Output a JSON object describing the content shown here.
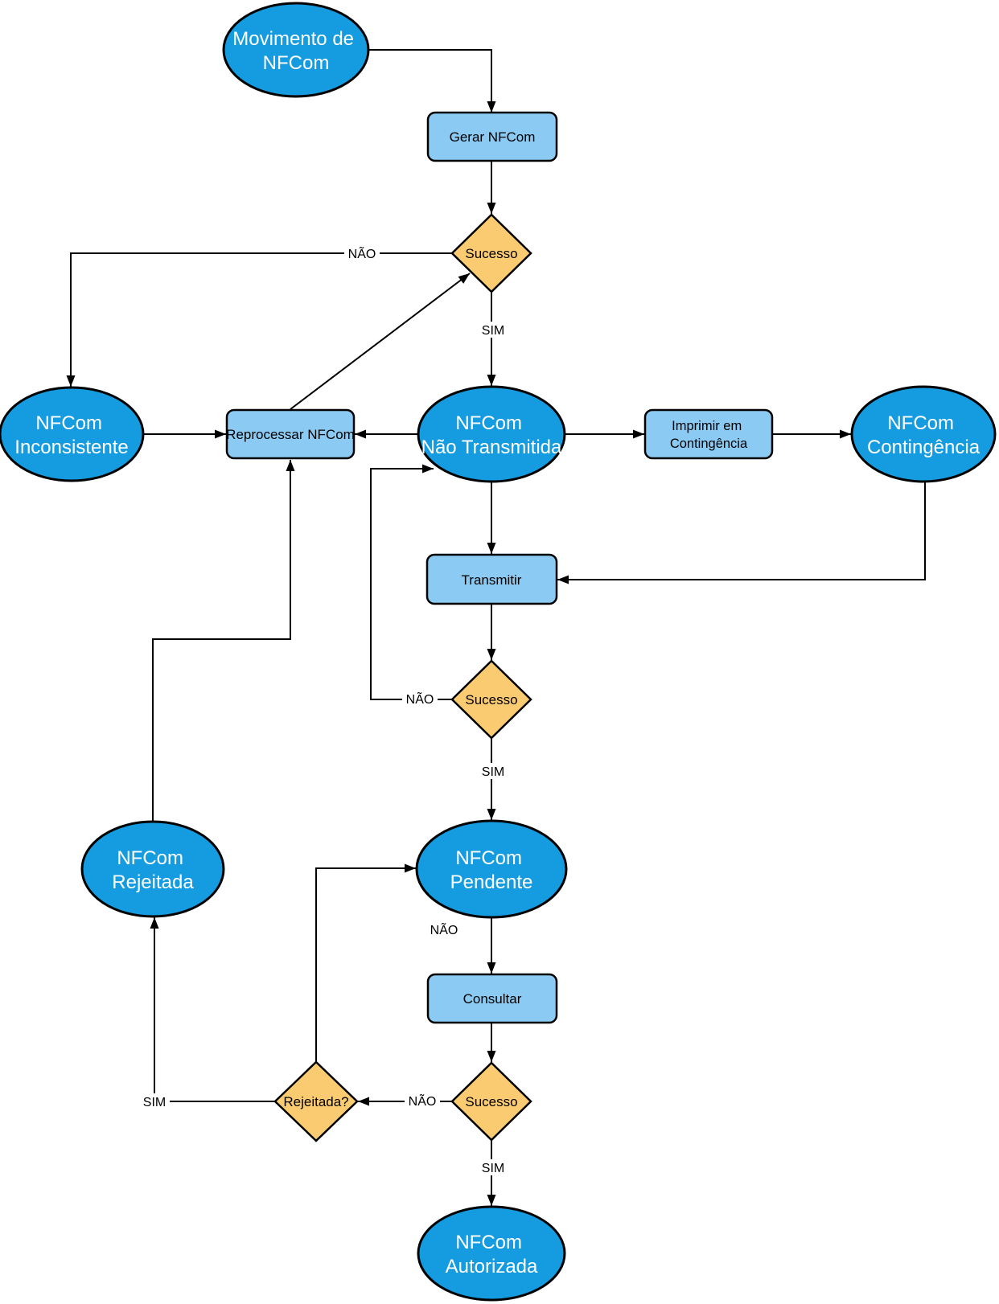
{
  "diagram": {
    "type": "flowchart",
    "background": "#FFFFFF",
    "colors": {
      "state_fill": "#159CE0",
      "process_fill": "#8BCAF2",
      "decision_fill": "#FBCB72",
      "stroke": "#000000",
      "state_text": "#FFFFFF",
      "node_text": "#000000"
    },
    "nodes": {
      "movimento": {
        "shape": "ellipse",
        "line1": "Movimento de",
        "line2": "NFCom"
      },
      "gerar": {
        "shape": "process",
        "label": "Gerar NFCom"
      },
      "sucesso_gerar": {
        "shape": "decision",
        "label": "Sucesso"
      },
      "inconsistente": {
        "shape": "ellipse",
        "line1": "NFCom",
        "line2": "Inconsistente"
      },
      "reprocessar": {
        "shape": "process",
        "label": "Reprocessar NFCom"
      },
      "nao_transmitida": {
        "shape": "ellipse",
        "line1": "NFCom",
        "line2": "Não Transmitida"
      },
      "imprimir": {
        "shape": "process",
        "line1": "Imprimir em",
        "line2": "Contingência"
      },
      "contingencia": {
        "shape": "ellipse",
        "line1": "NFCom",
        "line2": "Contingência"
      },
      "transmitir": {
        "shape": "process",
        "label": "Transmitir"
      },
      "sucesso_transmitir": {
        "shape": "decision",
        "label": "Sucesso"
      },
      "pendente": {
        "shape": "ellipse",
        "line1": "NFCom",
        "line2": "Pendente"
      },
      "rejeitada": {
        "shape": "ellipse",
        "line1": "NFCom",
        "line2": "Rejeitada"
      },
      "consultar": {
        "shape": "process",
        "label": "Consultar"
      },
      "sucesso_consulta": {
        "shape": "decision",
        "label": "Sucesso"
      },
      "rejeitada_q": {
        "shape": "decision",
        "label": "Rejeitada?"
      },
      "autorizada": {
        "shape": "ellipse",
        "line1": "NFCom",
        "line2": "Autorizada"
      }
    },
    "edge_labels": {
      "gerar_nao": "NÃO",
      "gerar_sim": "SIM",
      "transmitir_nao": "NÃO",
      "transmitir_sim": "SIM",
      "pendente_nao": "NÃO",
      "consulta_nao": "NÃO",
      "consulta_sim": "SIM",
      "rejeitada_sim": "SIM"
    }
  }
}
